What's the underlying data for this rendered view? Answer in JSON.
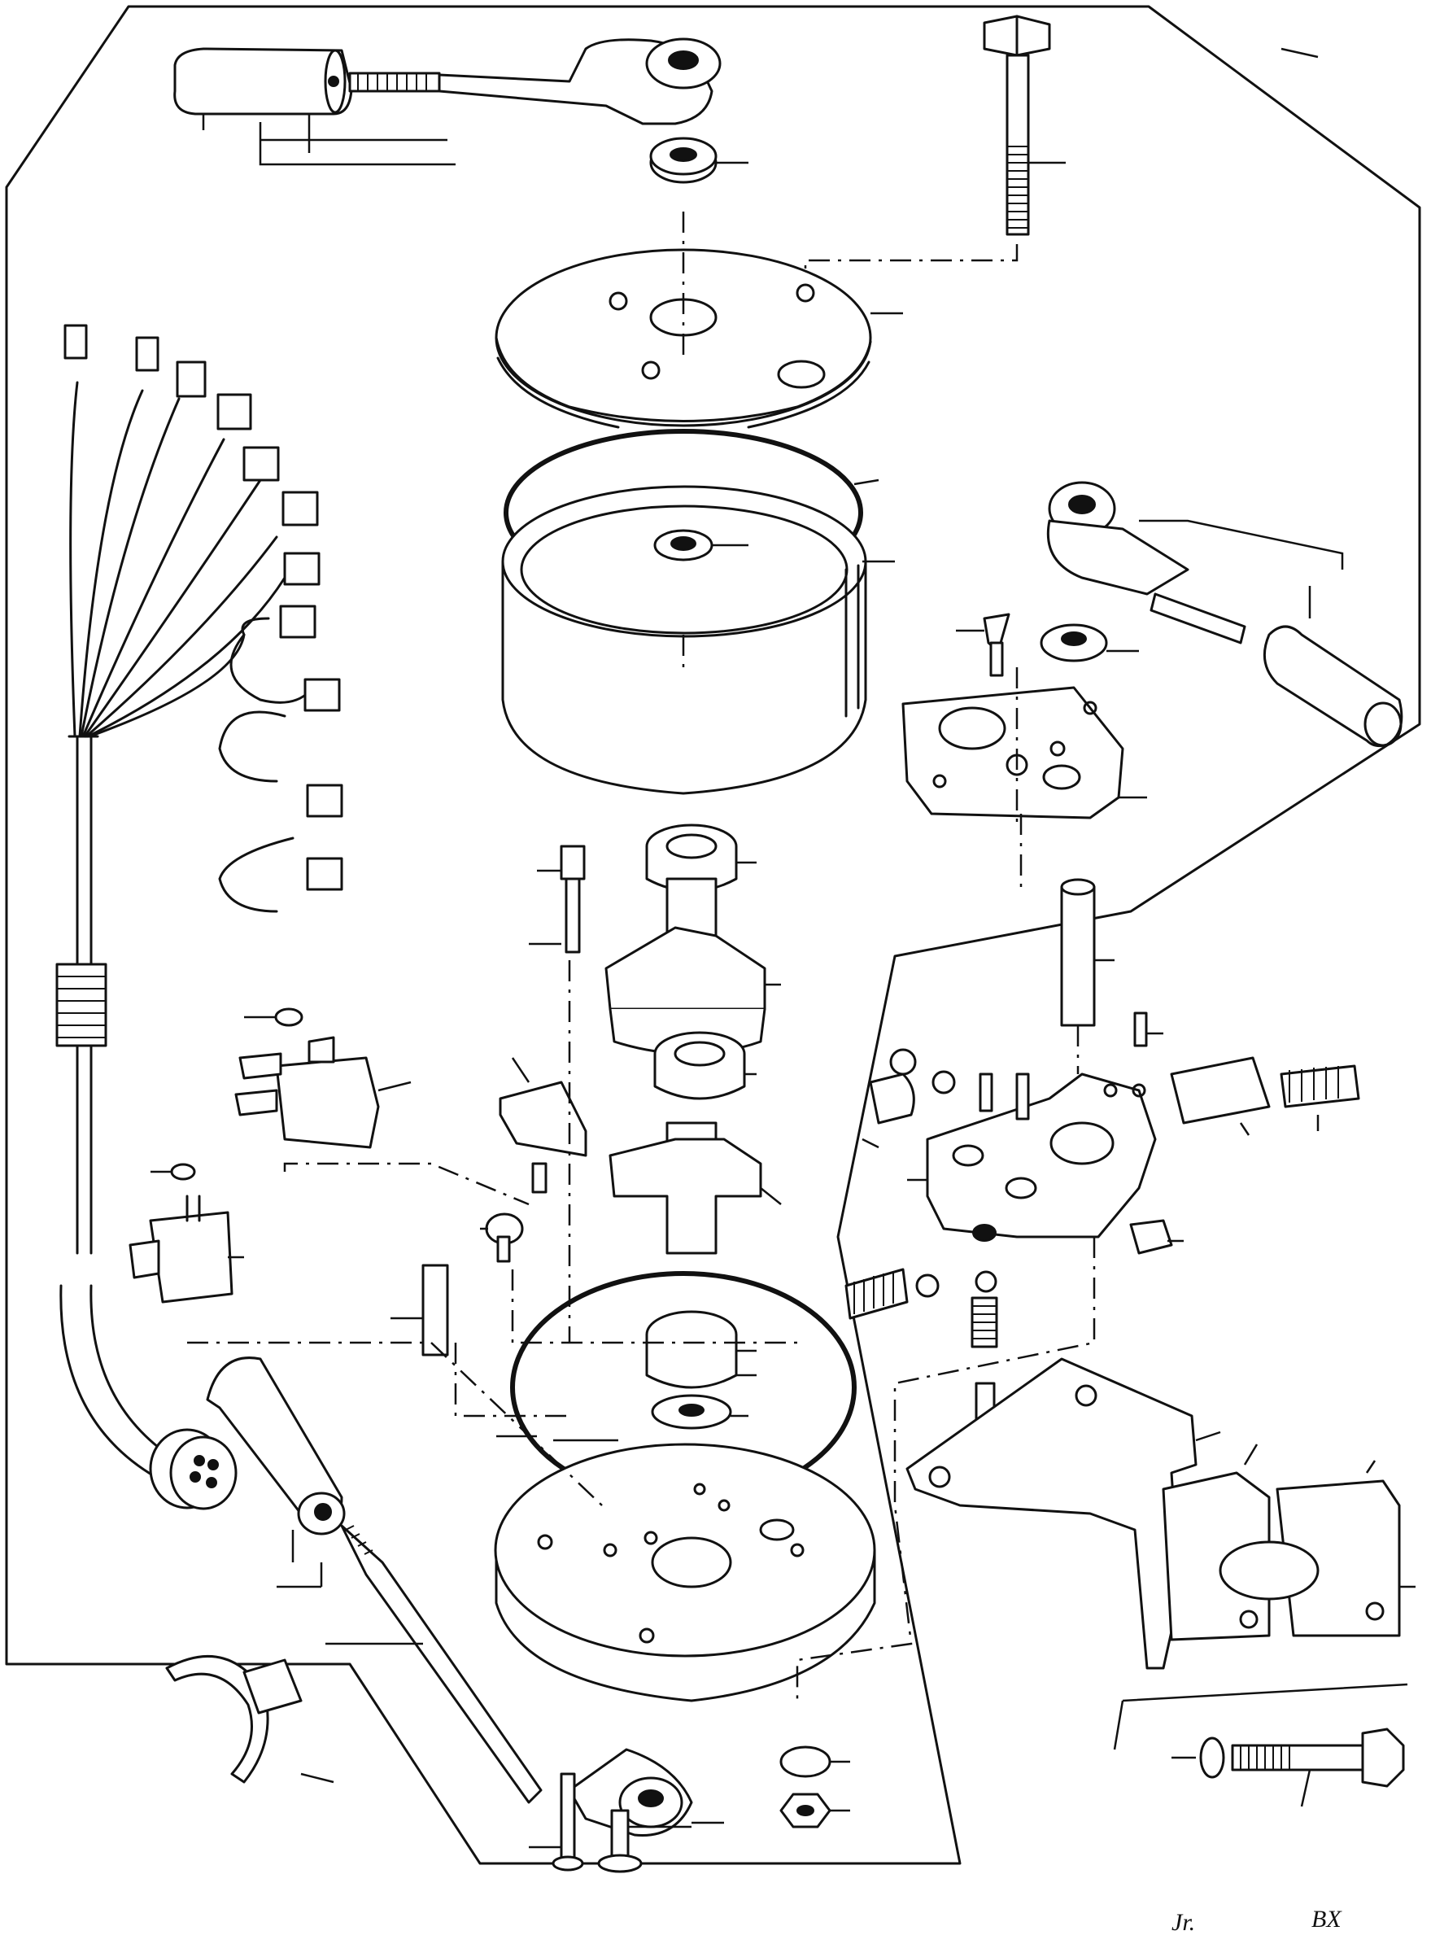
{
  "drawing": {
    "type": "exploded parts diagram (line art)",
    "corner_marks": [
      "Jr.",
      "BX"
    ]
  }
}
